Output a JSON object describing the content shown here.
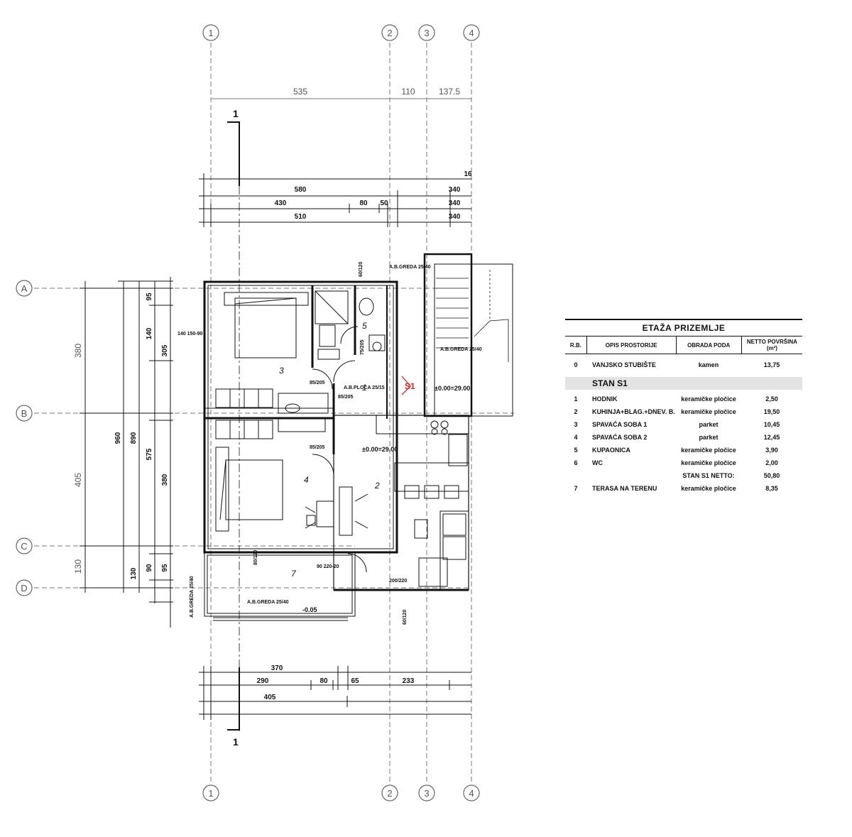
{
  "axes": {
    "top": [
      "1",
      "2",
      "3",
      "4"
    ],
    "bottom": [
      "1",
      "2",
      "3",
      "4"
    ],
    "left": [
      "A",
      "B",
      "C",
      "D"
    ]
  },
  "dimensions": {
    "grid_top": [
      "535",
      "110",
      "137.5"
    ],
    "row1": [
      "580",
      "340"
    ],
    "row2": [
      "430",
      "80",
      "50",
      "340"
    ],
    "row3": [
      "510",
      "340"
    ],
    "edge_top": "16",
    "left_outer": [
      "380",
      "405",
      "130"
    ],
    "left_total": "960",
    "left_mid": [
      "140",
      "575",
      "380",
      "95",
      "90",
      "95"
    ],
    "left_inner": [
      "95",
      "305",
      "890",
      "130"
    ],
    "bottom1": [
      "370"
    ],
    "bottom2": [
      "290",
      "80",
      "65",
      "233"
    ],
    "bottom3": [
      "405"
    ]
  },
  "plan_labels": {
    "section_mark": "1",
    "greda_top": "A.B.GREDA 25/40",
    "greda_stair": "A.B.GREDA 25/40",
    "greda_bottom": "A.B.GREDA 25/40",
    "greda_left": "A.B.GREDA 25/40",
    "door_1": "85/205",
    "door_2": "85/205",
    "door_3": "85/205",
    "door_4": "75/205",
    "ploca": "A.B.PLOCA 25/15",
    "window_1": "140 150-90",
    "window_top": "60/120",
    "window_bottom": "60/120",
    "window_terrace": "80/120",
    "window_door": "90 220-20",
    "door_wide": "200/220",
    "level_1": "±0.00=29.00",
    "level_2": "±0.00=29.00",
    "level_3": "-0.05",
    "unit_tag": "S1",
    "rooms": [
      "1",
      "2",
      "3",
      "4",
      "5",
      "7"
    ]
  },
  "legend": {
    "title": "ETAŽA PRIZEMLJE",
    "headers": [
      "R.B.",
      "OPIS PROSTORIJE",
      "OBRADA PODA",
      "NETTO POVRŠINA (m²)"
    ],
    "common": {
      "no": "0",
      "name": "VANJSKO STUBIŠTE",
      "floor": "kamen",
      "area": "13,75"
    },
    "section": "STAN S1",
    "rows": [
      {
        "no": "1",
        "name": "HODNIK",
        "floor": "keramičke pločice",
        "area": "2,50"
      },
      {
        "no": "2",
        "name": "KUHINJA+BLAG.+DNEV. B.",
        "floor": "keramičke pločice",
        "area": "19,50"
      },
      {
        "no": "3",
        "name": "SPAVAĆA SOBA 1",
        "floor": "parket",
        "area": "10,45"
      },
      {
        "no": "4",
        "name": "SPAVAĆA SOBA 2",
        "floor": "parket",
        "area": "12,45"
      },
      {
        "no": "5",
        "name": "KUPAONICA",
        "floor": "keramičke pločice",
        "area": "3,90"
      },
      {
        "no": "6",
        "name": "WC",
        "floor": "keramičke pločice",
        "area": "2,00"
      }
    ],
    "net_label": "STAN S1 NETTO:",
    "net_value": "50,80",
    "terrace": {
      "no": "7",
      "name": "TERASA NA TERENU",
      "floor": "keramičke pločice",
      "area": "8,35"
    }
  }
}
